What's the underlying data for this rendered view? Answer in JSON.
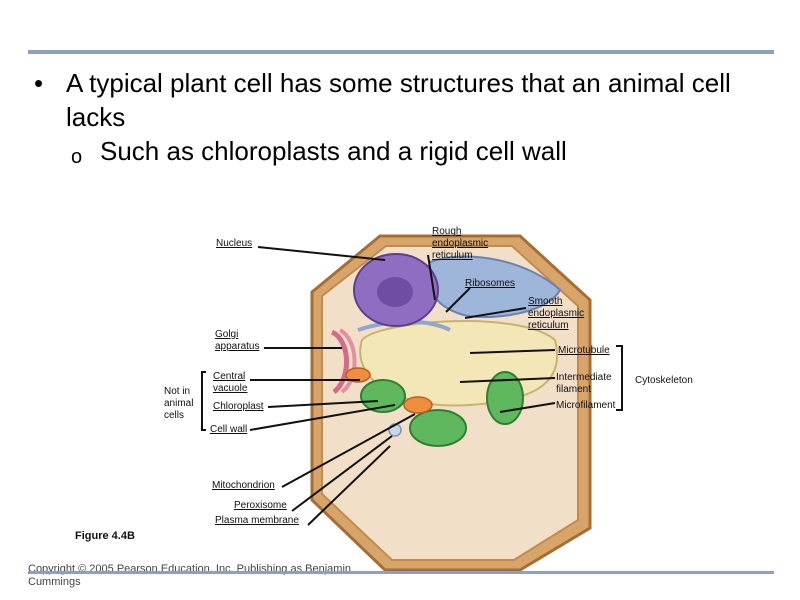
{
  "slide": {
    "bullet_marker": "•",
    "sub_marker": "o",
    "bullet_1": "A typical plant cell has some structures that an animal cell lacks",
    "bullet_2": "Such as chloroplasts and a rigid cell wall"
  },
  "figure": {
    "labels": {
      "nucleus": "Nucleus",
      "rough_er": "Rough endoplasmic reticulum",
      "ribosomes": "Ribosomes",
      "smooth_er": "Smooth endoplasmic reticulum",
      "golgi": "Golgi apparatus",
      "microtubule": "Microtubule",
      "central_vacuole": "Central vacuole",
      "chloroplast": "Chloroplast",
      "cell_wall": "Cell wall",
      "intermediate_filament": "Intermediate filament",
      "microfilament": "Microfilament",
      "cytoskeleton": "Cytoskeleton",
      "not_in_animal_cells": "Not in animal cells",
      "mitochondrion": "Mitochondrion",
      "peroxisome": "Peroxisome",
      "plasma_membrane": "Plasma membrane"
    },
    "caption": "Figure 4.4B"
  },
  "footer": {
    "copyright": "Copyright © 2005 Pearson Education, Inc. Publishing as Benjamin Cummings"
  }
}
